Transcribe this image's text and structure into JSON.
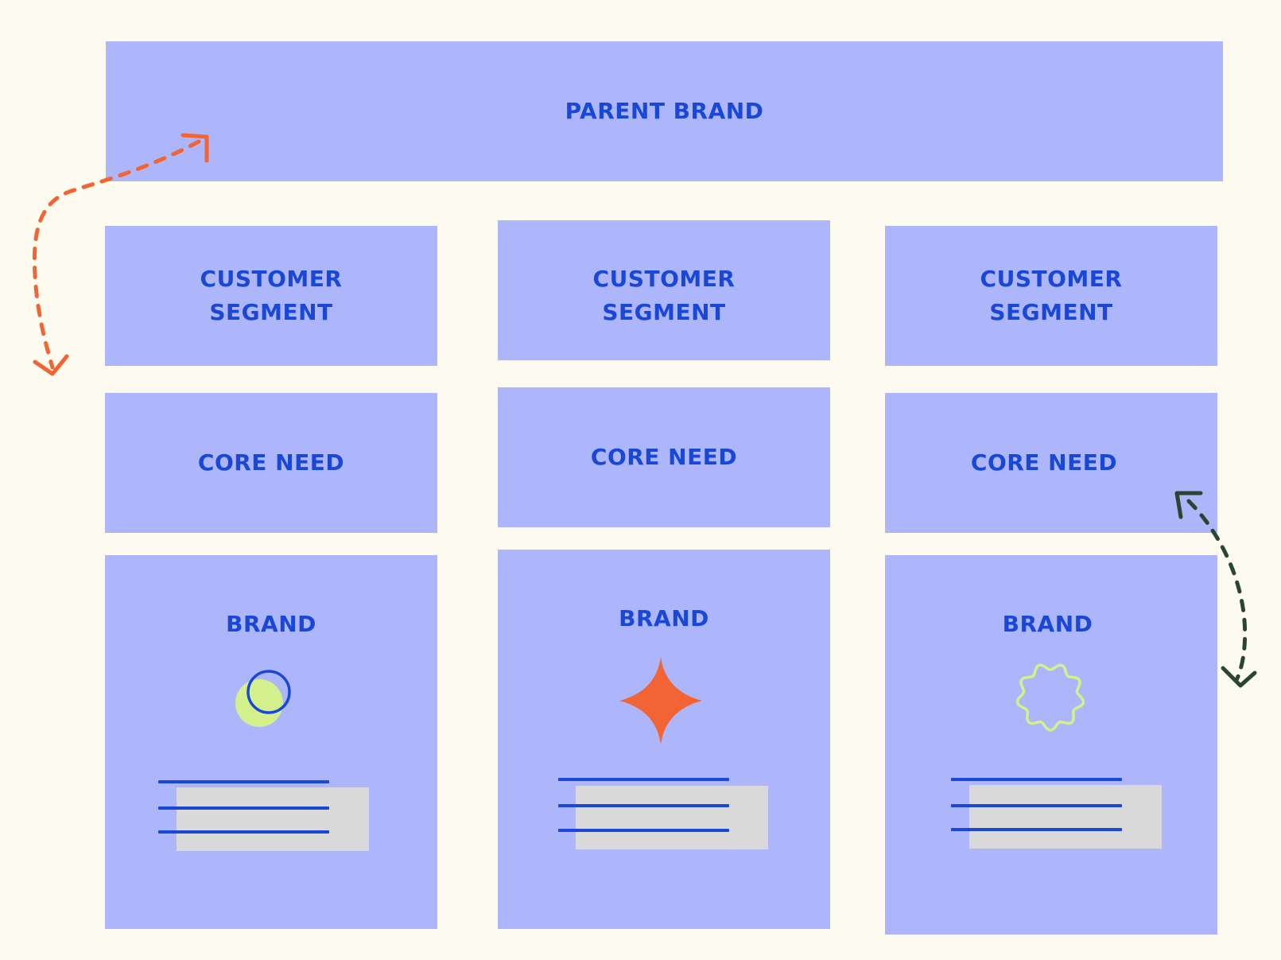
{
  "colors": {
    "background": "#fdfbf0",
    "box": "#adb6fb",
    "text": "#1947d6",
    "accent_orange": "#f26433",
    "accent_lime": "#d4f08c",
    "accent_green_dark": "#2b4630",
    "placeholder_grey": "#d9d9d9"
  },
  "parent_brand": {
    "label": "PARENT BRAND"
  },
  "columns": [
    {
      "segment": {
        "line1": "CUSTOMER",
        "line2": "SEGMENT"
      },
      "core_need": "CORE NEED",
      "brand": {
        "label": "BRAND",
        "icon": "circle-overlap-icon"
      }
    },
    {
      "segment": {
        "line1": "CUSTOMER",
        "line2": "SEGMENT"
      },
      "core_need": "CORE NEED",
      "brand": {
        "label": "BRAND",
        "icon": "four-point-star-icon"
      }
    },
    {
      "segment": {
        "line1": "CUSTOMER",
        "line2": "SEGMENT"
      },
      "core_need": "CORE NEED",
      "brand": {
        "label": "BRAND",
        "icon": "wavy-circle-icon"
      }
    }
  ],
  "arrows": {
    "left": {
      "icon": "dotted-double-arrow-icon",
      "color": "#f26433"
    },
    "right": {
      "icon": "dotted-double-arrow-icon",
      "color": "#2b4630"
    }
  }
}
